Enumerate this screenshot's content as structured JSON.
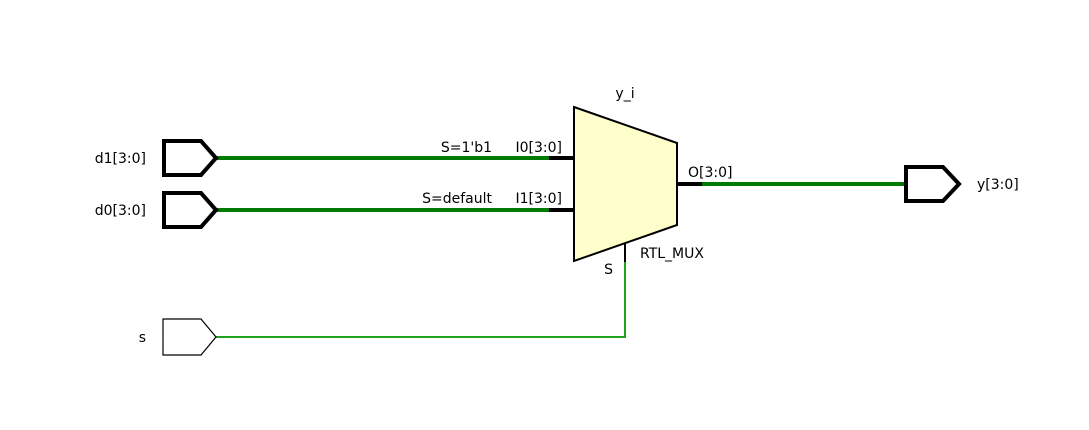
{
  "colors": {
    "bus_wire": "#007a00",
    "scalar_wire": "#1fa31f",
    "mux_fill": "#ffffcc",
    "outline": "#000000",
    "background": "#ffffff"
  },
  "ports": {
    "d1": {
      "label": "d1[3:0]",
      "kind": "bus-input"
    },
    "d0": {
      "label": "d0[3:0]",
      "kind": "bus-input"
    },
    "s": {
      "label": "s",
      "kind": "scalar-input"
    },
    "y": {
      "label": "y[3:0]",
      "kind": "bus-output"
    }
  },
  "mux": {
    "instance_name": "y_i",
    "cell_type": "RTL_MUX",
    "pin_i0": "I0[3:0]",
    "pin_i1": "I1[3:0]",
    "pin_o": "O[3:0]",
    "pin_s": "S",
    "cond_i0": "S=1'b1",
    "cond_i1": "S=default"
  }
}
